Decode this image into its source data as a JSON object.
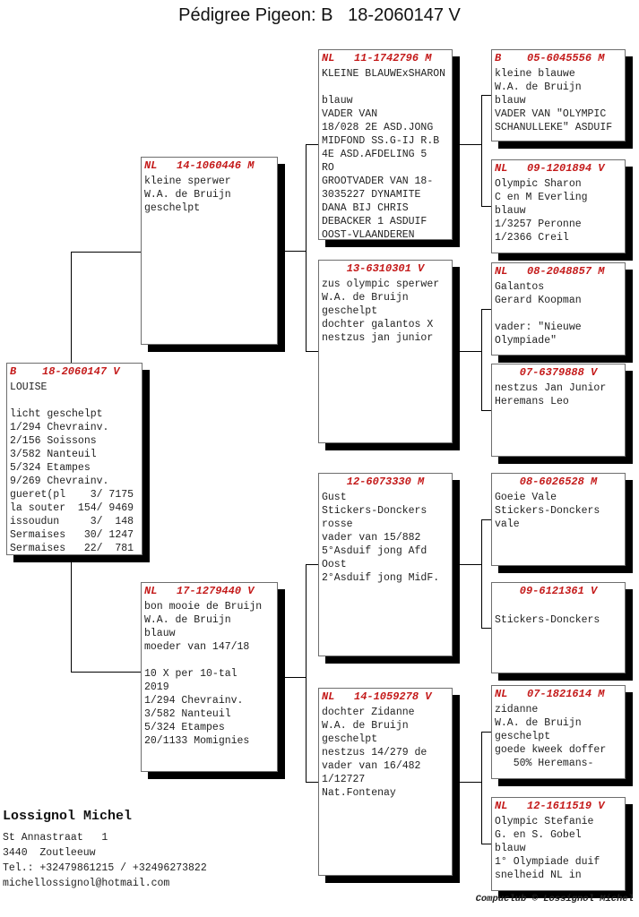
{
  "title": "Pédigree Pigeon: B   18-2060147 V",
  "colors": {
    "header_red": "#c41a1a",
    "line_black": "#000000",
    "box_border": "#6e6e6e"
  },
  "boxes": {
    "subject": {
      "header": "B    18-2060147 V",
      "lines": [
        "LOUISE",
        "",
        "licht geschelpt",
        "1/294 Chevrainv.",
        "2/156 Soissons",
        "3/582 Nanteuil",
        "5/324 Etampes",
        "9/269 Chevrainv.",
        "gueret(pl    3/ 7175",
        "la souter  154/ 9469",
        "issoudun     3/  148",
        "Sermaises   30/ 1247",
        "Sermaises   22/  781"
      ]
    },
    "sire": {
      "header": "NL   14-1060446 M",
      "lines": [
        "kleine sperwer",
        "W.A. de Bruijn",
        "geschelpt"
      ]
    },
    "dam": {
      "header": "NL   17-1279440 V",
      "lines": [
        "bon mooie de Bruijn",
        "W.A. de Bruijn",
        "blauw",
        "moeder van 147/18",
        "",
        "10 X per 10-tal",
        "2019",
        "1/294 Chevrainv.",
        "3/582 Nanteuil",
        "5/324 Etampes",
        "20/1133 Momignies"
      ]
    },
    "g3_1": {
      "header": "NL   11-1742796 M",
      "lines": [
        "KLEINE BLAUWExSHARON",
        "",
        "blauw",
        "VADER VAN",
        "18/028 2E ASD.JONG",
        "MIDFOND SS.G-IJ R.B",
        "4E ASD.AFDELING 5",
        "RO",
        "GROOTVADER VAN 18-",
        "3035227 DYNAMITE",
        "DANA BIJ CHRIS",
        "DEBACKER 1 ASDUIF",
        "OOST-VLAANDEREN"
      ]
    },
    "g3_2": {
      "header": "13-6310301 V",
      "lines": [
        "zus olympic sperwer",
        "W.A. de Bruijn",
        "geschelpt",
        "dochter galantos X",
        "nestzus jan junior"
      ]
    },
    "g3_3": {
      "header": "12-6073330 M",
      "lines": [
        "Gust",
        "Stickers-Donckers",
        "rosse",
        "vader van 15/882",
        "5°Asduif jong Afd",
        "Oost",
        "2°Asduif jong MidF."
      ]
    },
    "g3_4": {
      "header": "NL   14-1059278 V",
      "lines": [
        "dochter Zidanne",
        "W.A. de Bruijn",
        "geschelpt",
        "nestzus 14/279 de",
        "vader van 16/482",
        "1/12727",
        "Nat.Fontenay"
      ]
    },
    "g4_1": {
      "header": "B    05-6045556 M",
      "lines": [
        "kleine blauwe",
        "W.A. de Bruijn",
        "blauw",
        "VADER VAN \"OLYMPIC",
        "SCHANULLEKE\" ASDUIF"
      ]
    },
    "g4_2": {
      "header": "NL   09-1201894 V",
      "lines": [
        "Olympic Sharon",
        "C en M Everling",
        "blauw",
        "1/3257 Peronne",
        "1/2366 Creil"
      ]
    },
    "g4_3": {
      "header": "NL   08-2048857 M",
      "lines": [
        "Galantos",
        "Gerard Koopman",
        "",
        "vader: \"Nieuwe",
        "Olympiade\""
      ]
    },
    "g4_4": {
      "header": "07-6379888 V",
      "lines": [
        "nestzus Jan Junior",
        "Heremans Leo"
      ]
    },
    "g4_5": {
      "header": "08-6026528 M",
      "lines": [
        "Goeie Vale",
        "Stickers-Donckers",
        "vale"
      ]
    },
    "g4_6": {
      "header": "09-6121361 V",
      "lines": [
        "",
        "Stickers-Donckers"
      ]
    },
    "g4_7": {
      "header": "NL   07-1821614 M",
      "lines": [
        "zidanne",
        "W.A. de Bruijn",
        "geschelpt",
        "goede kweek doffer",
        "   50% Heremans-"
      ]
    },
    "g4_8": {
      "header": "NL   12-1611519 V",
      "lines": [
        "Olympic Stefanie",
        "G. en S. Gobel",
        "blauw",
        "1° Olympiade duif",
        "snelheid NL in"
      ]
    }
  },
  "footer": {
    "owner_name": "Lossignol Michel",
    "address_lines": [
      "St Annastraat   1",
      "3440  Zoutleeuw",
      "Tel.: +32479861215 / +32496273822",
      "michellossignol@hotmail.com"
    ],
    "credit": "Compuclub © Lossignol Michel"
  }
}
